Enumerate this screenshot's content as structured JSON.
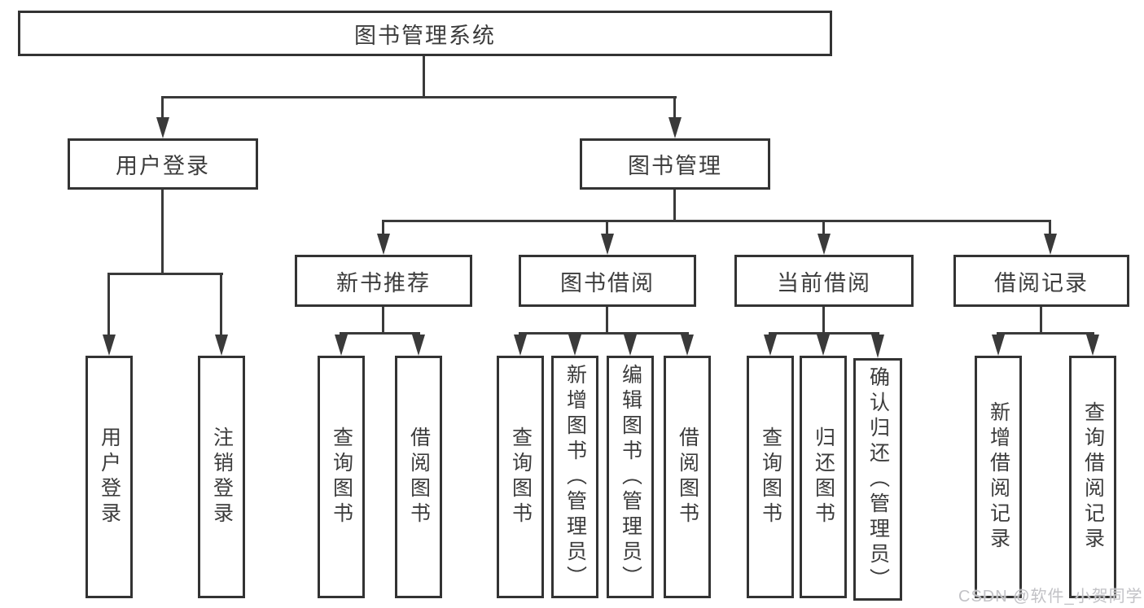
{
  "diagram_type": "hierarchy-tree",
  "colors": {
    "background": "#ffffff",
    "box_border": "#333333",
    "line": "#3a3a3a",
    "text": "#3c3c3c",
    "watermark": "#c2c2c6"
  },
  "nodes": {
    "root": {
      "label": "图书管理系统"
    },
    "user_login": {
      "label": "用户登录"
    },
    "book_mgmt": {
      "label": "图书管理"
    },
    "new_book": {
      "label": "新书推荐"
    },
    "book_borrow": {
      "label": "图书借阅"
    },
    "cur_borrow": {
      "label": "当前借阅"
    },
    "borrow_rec": {
      "label": "借阅记录"
    },
    "leaf_user_login": {
      "label": "用户登录"
    },
    "leaf_logout": {
      "label": "注销登录"
    },
    "leaf_nbr_query": {
      "label": "查询图书"
    },
    "leaf_nbr_borrow": {
      "label": "借阅图书"
    },
    "leaf_bb_query": {
      "label": "查询图书"
    },
    "leaf_bb_add": {
      "label": "新增图书（管理员）"
    },
    "leaf_bb_edit": {
      "label": "编辑图书（管理员）"
    },
    "leaf_bb_borrow": {
      "label": "借阅图书"
    },
    "leaf_cb_query": {
      "label": "查询图书"
    },
    "leaf_cb_return": {
      "label": "归还图书"
    },
    "leaf_cb_confirm": {
      "label": "确认归还（管理员）"
    },
    "leaf_br_add": {
      "label": "新增借阅记录"
    },
    "leaf_br_query": {
      "label": "查询借阅记录"
    }
  },
  "hierarchy": {
    "图书管理系统": {
      "用户登录": [
        "用户登录",
        "注销登录"
      ],
      "图书管理": {
        "新书推荐": [
          "查询图书",
          "借阅图书"
        ],
        "图书借阅": [
          "查询图书",
          "新增图书（管理员）",
          "编辑图书（管理员）",
          "借阅图书"
        ],
        "当前借阅": [
          "查询图书",
          "归还图书",
          "确认归还（管理员）"
        ],
        "借阅记录": [
          "新增借阅记录",
          "查询借阅记录"
        ]
      }
    }
  },
  "watermark": {
    "text": "CSDN @软件_小贺同学"
  }
}
